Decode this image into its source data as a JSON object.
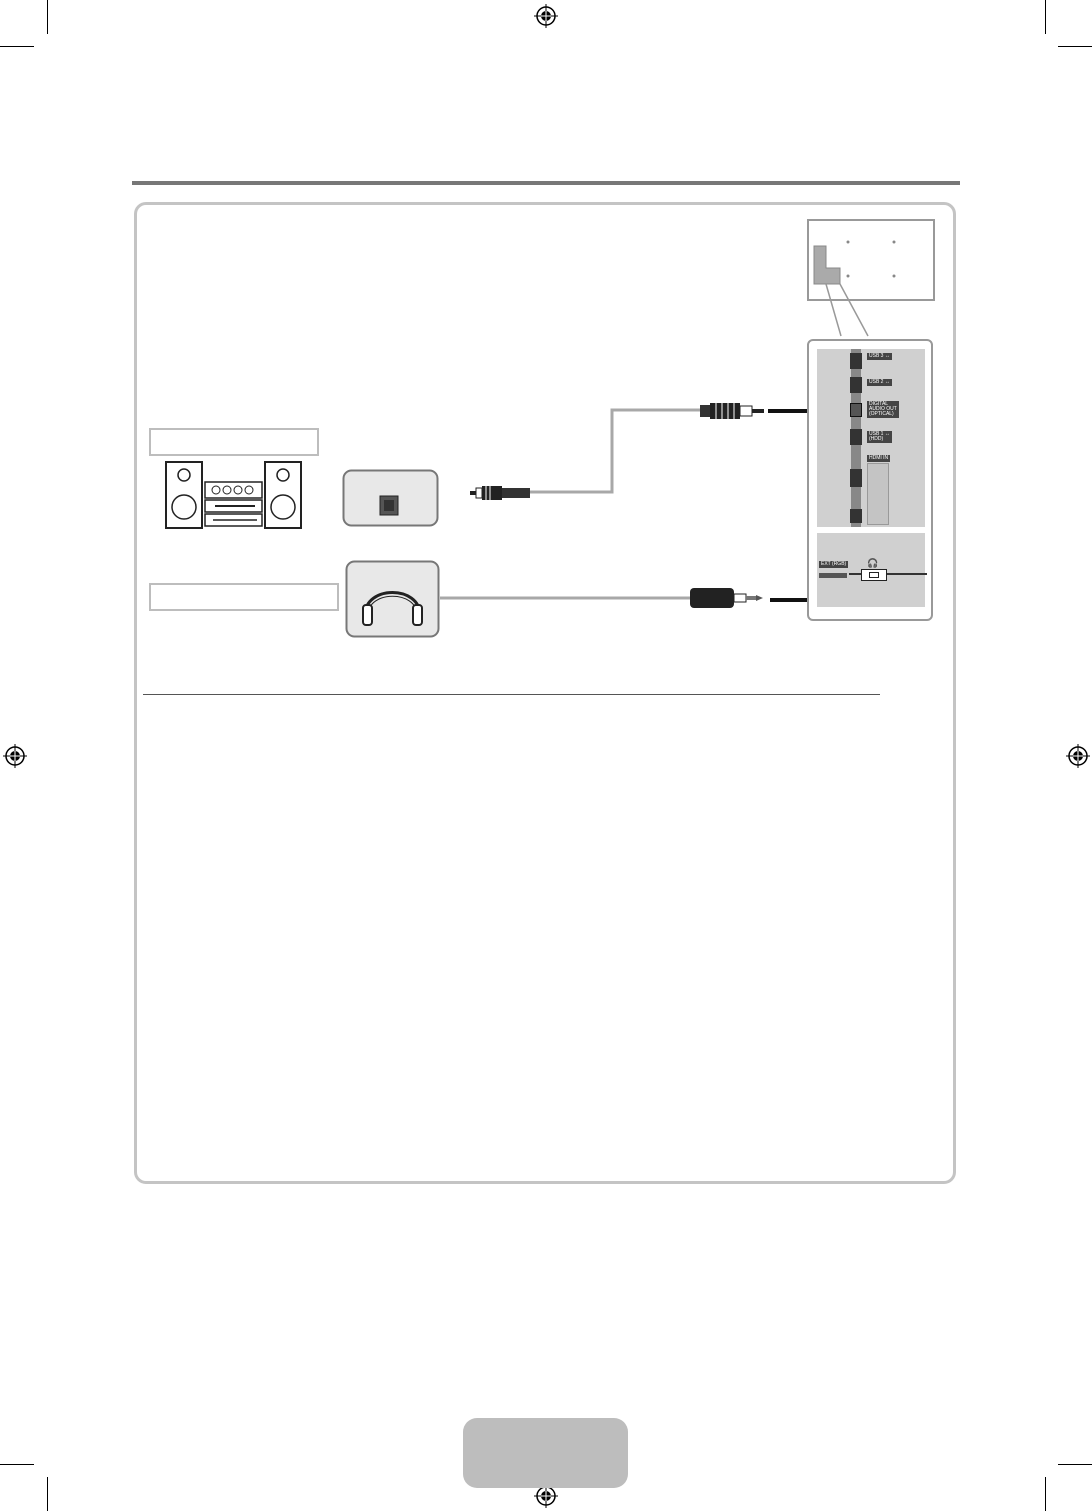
{
  "colors": {
    "rule": "#777777",
    "panel_border": "#c4c4c4",
    "tab": "#bdbdbd",
    "cable": "#a8a8a8"
  },
  "device_labels": {
    "audio_system": "",
    "headphones": ""
  },
  "page_tab": {
    "number": ""
  },
  "tv_ports": {
    "usb3": "USB 3 ↔",
    "usb2": "USB 2 ↔",
    "optical": "DIGITAL\nAUDIO OUT\n(OPTICAL)",
    "usb1": "USB 1 ↔\n(HDD)",
    "hdmi_in": "HDMI IN",
    "ext": "EXT (RGB)",
    "headphone": "🎧"
  },
  "icons": [
    "registration-mark-icon",
    "audio-system-icon",
    "optical-jack-icon",
    "optical-plug-icon",
    "headphones-icon",
    "stereo-plug-icon",
    "arrow-icon"
  ]
}
